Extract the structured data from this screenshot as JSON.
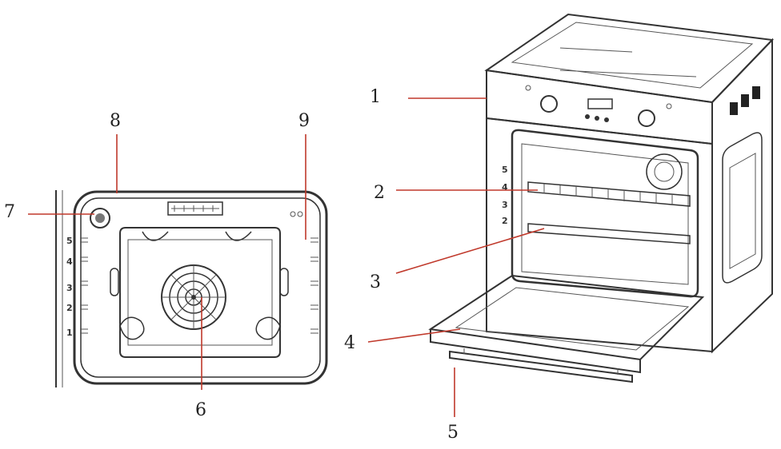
{
  "callouts": {
    "c1": "1",
    "c2": "2",
    "c3": "3",
    "c4": "4",
    "c5": "5",
    "c6": "6",
    "c7": "7",
    "c8": "8",
    "c9": "9"
  },
  "left_shelf_numbers": [
    "5",
    "4",
    "3",
    "2",
    "1"
  ],
  "right_shelf_numbers": [
    "5",
    "4",
    "3",
    "2"
  ],
  "colors": {
    "leader_lines": "#c0392b",
    "drawing": "#333333"
  }
}
